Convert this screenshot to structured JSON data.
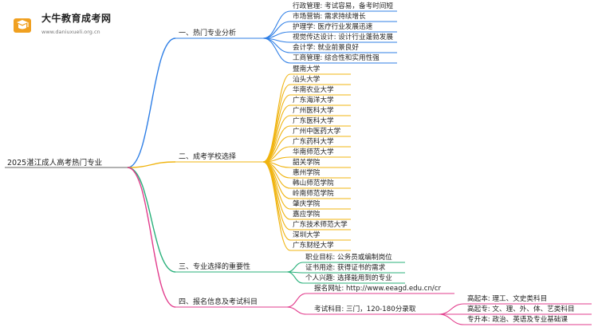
{
  "logo": {
    "name": "大牛教育成考网",
    "url": "www.daniuxueli.org.cn",
    "color": "#f0a020"
  },
  "root": "2025湛江成人高考热门专业",
  "colors": {
    "branch1": "#2f7fe6",
    "branch2": "#f0b410",
    "branch3": "#28b07a",
    "branch4": "#e23c8c"
  },
  "branches": [
    {
      "label": "一、热门专业分析",
      "items": [
        "行政管理: 考试容易，备考时间短",
        "市场营销: 需求持续增长",
        "护理学: 医疗行业发展迅速",
        "视觉传达设计: 设计行业蓬勃发展",
        "会计学: 就业前景良好",
        "工商管理: 综合性和实用性强"
      ]
    },
    {
      "label": "二、成考学校选择",
      "items": [
        "暨南大学",
        "汕头大学",
        "华南农业大学",
        "广东海洋大学",
        "广州医科大学",
        "广东医科大学",
        "广州中医药大学",
        "广东药科大学",
        "华南师范大学",
        "韶关学院",
        "惠州学院",
        "韩山师范学院",
        "岭南师范学院",
        "肇庆学院",
        "嘉应学院",
        "广东技术师范大学",
        "深圳大学",
        "广东财经大学"
      ]
    },
    {
      "label": "三、专业选择的重要性",
      "items": [
        "职业目标: 公务员或编制岗位",
        "证书用途: 获得证书的需求",
        "个人兴趣: 选择能用到的专业"
      ]
    },
    {
      "label": "四、报名信息及考试科目",
      "items": [
        "报名网址: http://www.eeagd.edu.cn/cr",
        "考试科目: 三门，120-180分录取"
      ],
      "subitems": [
        "高起本: 理工、文史类科目",
        "高起专: 文、理、外、体、艺类科目",
        "专升本: 政治、英语及专业基础课"
      ]
    }
  ]
}
